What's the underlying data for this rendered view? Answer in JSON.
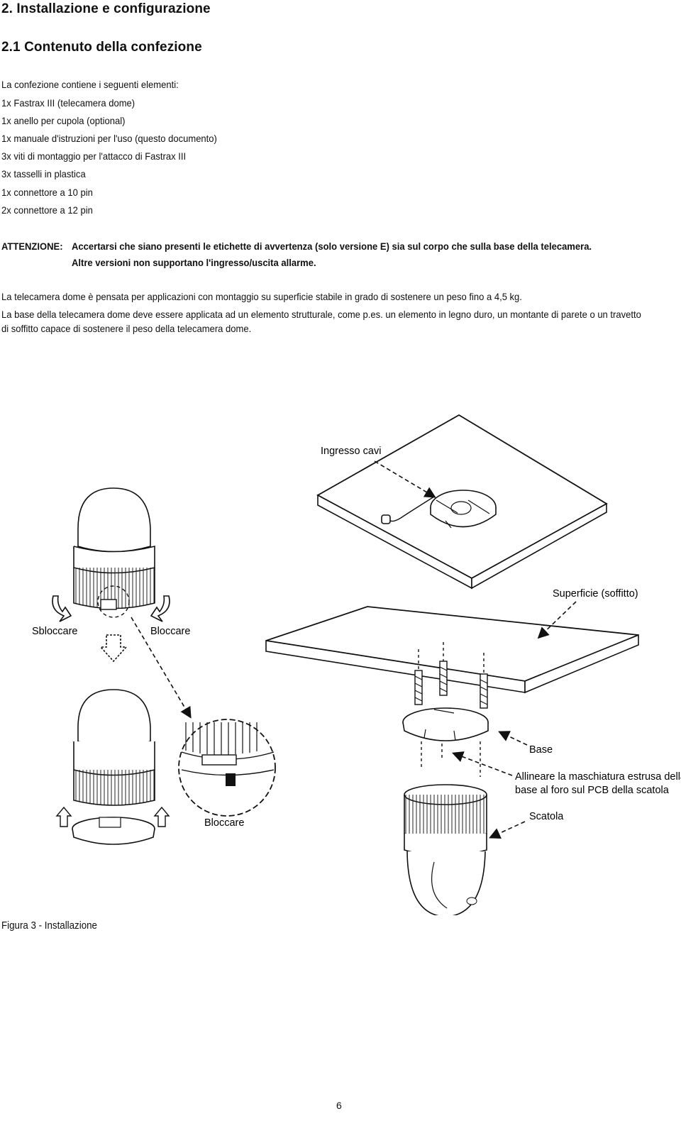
{
  "heading_main": "2.  Installazione e configurazione",
  "heading_sub": "2.1  Contenuto della confezione",
  "intro": "La confezione contiene i seguenti elementi:",
  "items": [
    "1x Fastrax III (telecamera dome)",
    "1x anello per cupola (optional)",
    "1x manuale d'istruzioni per l'uso (questo documento)",
    "3x viti di montaggio per l'attacco di Fastrax III",
    "3x tasselli in plastica",
    "1x connettore a 10 pin",
    "2x connettore a 12 pin"
  ],
  "warning": {
    "label": "ATTENZIONE:",
    "line1": "Accertarsi che siano presenti le etichette di avvertenza (solo versione E) sia sul corpo che sulla base della telecamera.",
    "line2": "Altre versioni non supportano l'ingresso/uscita allarme."
  },
  "para1": "La telecamera dome è pensata per applicazioni con montaggio su superficie stabile in grado di sostenere un peso fino a 4,5 kg.",
  "para2_line1": "La base della telecamera dome deve essere applicata ad un elemento strutturale, come p.es. un elemento in legno duro, un montante di parete o un travetto",
  "para2_line2": "di soffitto capace di sostenere il peso della telecamera dome.",
  "figure": {
    "ingresso_cavi": "Ingresso cavi",
    "superficie": "Superficie (soffitto)",
    "sbloccare": "Sbloccare",
    "bloccare_top": "Bloccare",
    "bloccare_bottom": "Bloccare",
    "base": "Base",
    "allineare_1": "Allineare la maschiatura estrusa della",
    "allineare_2": "base al foro sul PCB della scatola",
    "scatola": "Scatola",
    "caption": "Figura 3 - Installazione"
  },
  "page_number": "6"
}
